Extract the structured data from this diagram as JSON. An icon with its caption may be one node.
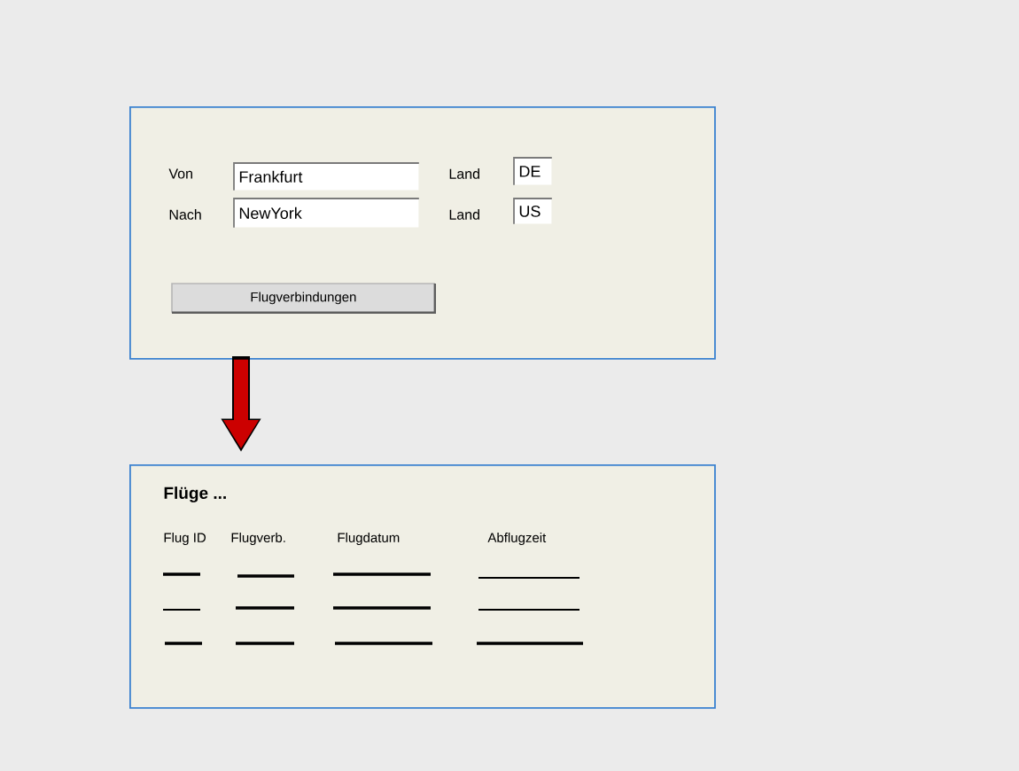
{
  "diagram": {
    "nodes": [
      {
        "text": [],
        "shape": "box"
      },
      {
        "text": [
          "Frankfurt"
        ],
        "in": 0
      },
      {
        "text": [
          "DE"
        ],
        "in": 0
      },
      {
        "text": [
          "NewYork"
        ],
        "in": 0
      },
      {
        "text": [
          "US"
        ],
        "in": 0
      },
      {
        "text": [
          "Flugverbindungen"
        ],
        "in": 0
      },
      {
        "text": [
          "Flüge ..."
        ]
      }
    ],
    "edges": [
      {
        "from": 0,
        "to": 6,
        "arrow": "to",
        "color": "#cc0000"
      }
    ],
    "labels": [
      "Von",
      "Land",
      "Nach",
      "Land",
      "Flug ID",
      "Flugverb.",
      "Flugdatum",
      "Abflugzeit"
    ]
  }
}
